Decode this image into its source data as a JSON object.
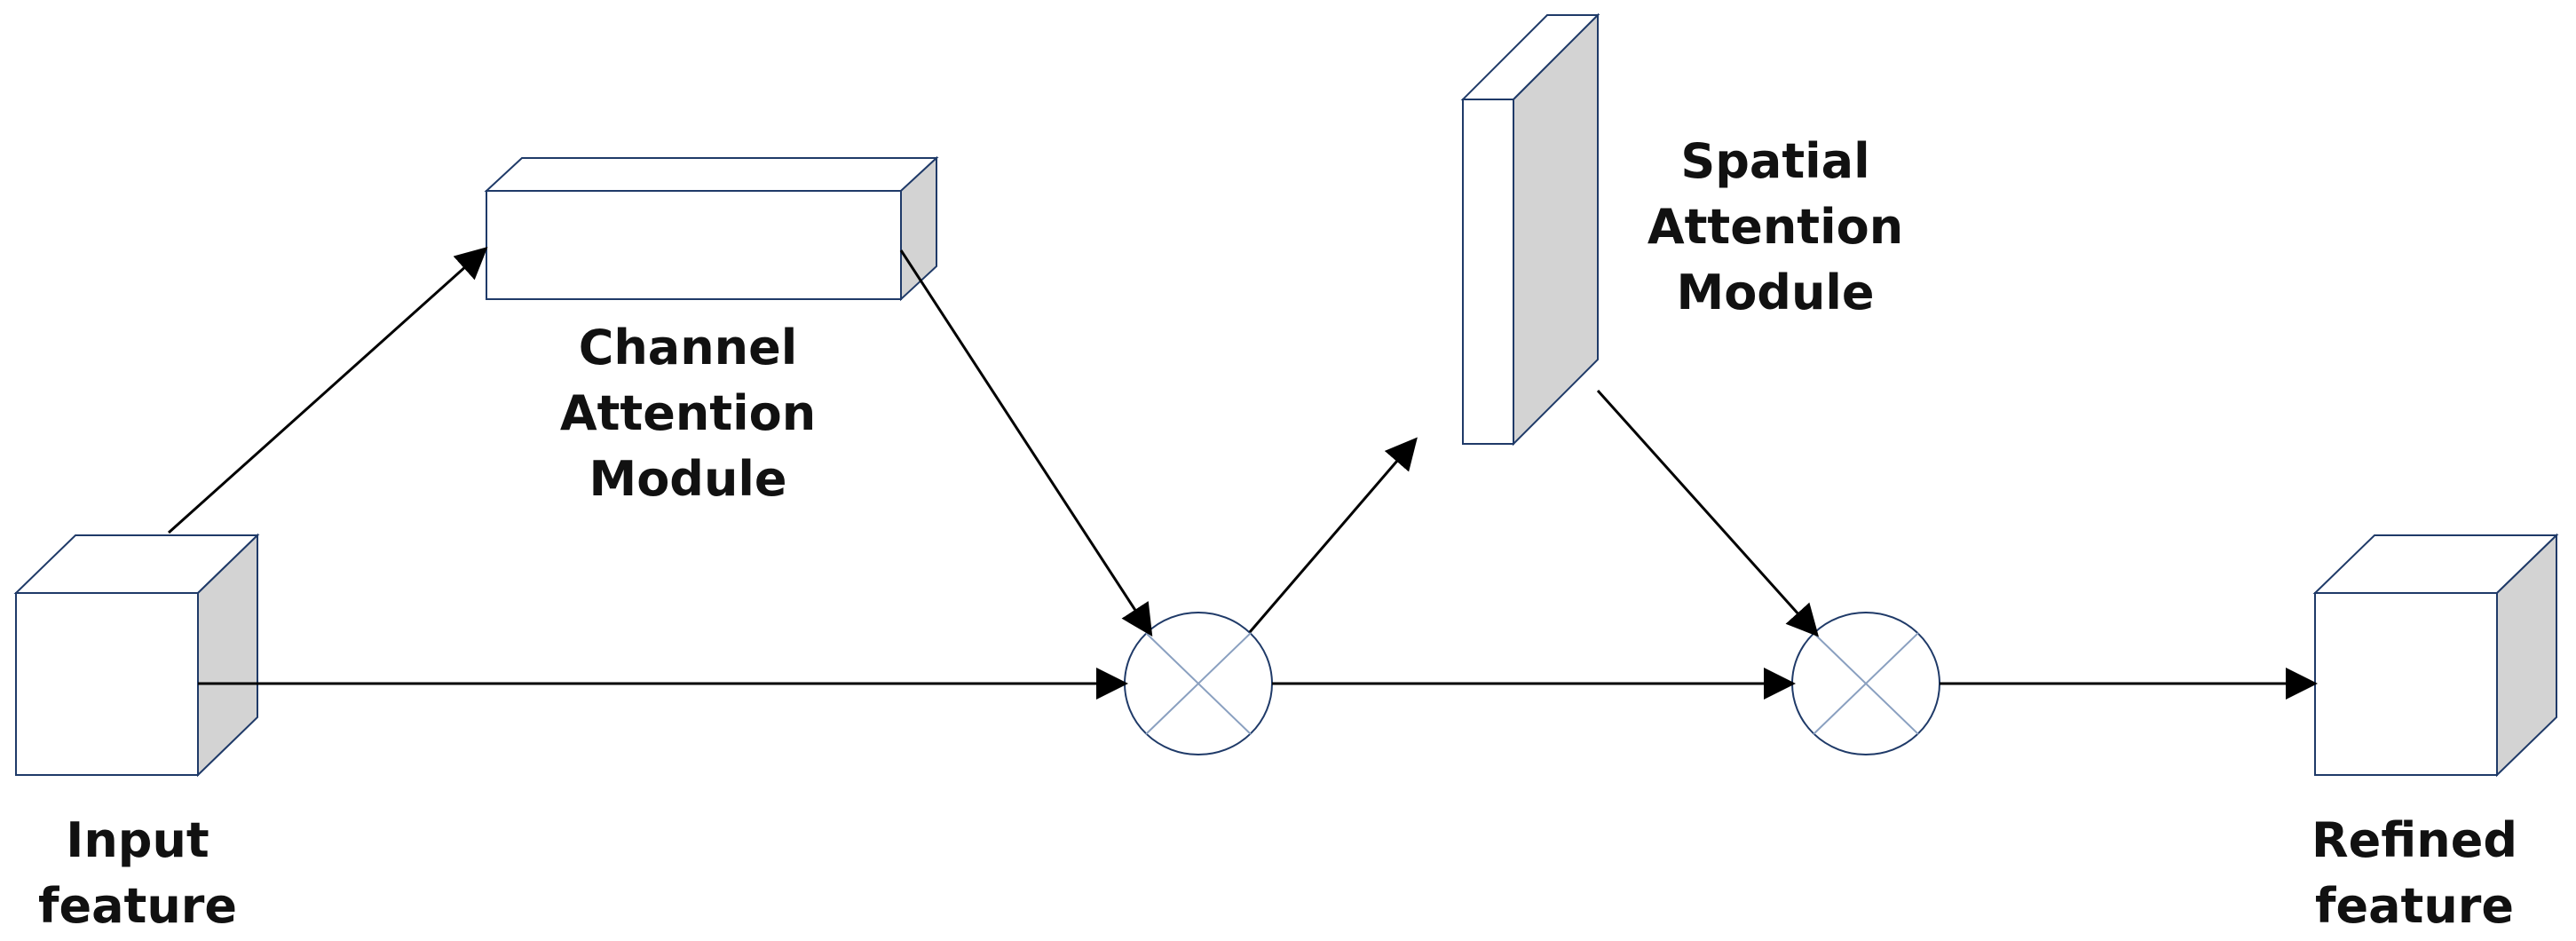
{
  "nodes": {
    "input": {
      "line1": "Input",
      "line2": "feature"
    },
    "channel": {
      "line1": "Channel",
      "line2": "Attention",
      "line3": "Module"
    },
    "spatial": {
      "line1": "Spatial",
      "line2": "Attention",
      "line3": "Module"
    },
    "refined": {
      "line1": "Refined",
      "line2": "feature"
    }
  },
  "colors": {
    "stroke": "#1f3a68",
    "shade": "#d3d3d3",
    "face": "#ffffff",
    "arrow": "#000000",
    "multiply_symbol": "#8aa0c0"
  },
  "icons": {
    "op1": "multiply-icon",
    "op2": "multiply-icon"
  }
}
